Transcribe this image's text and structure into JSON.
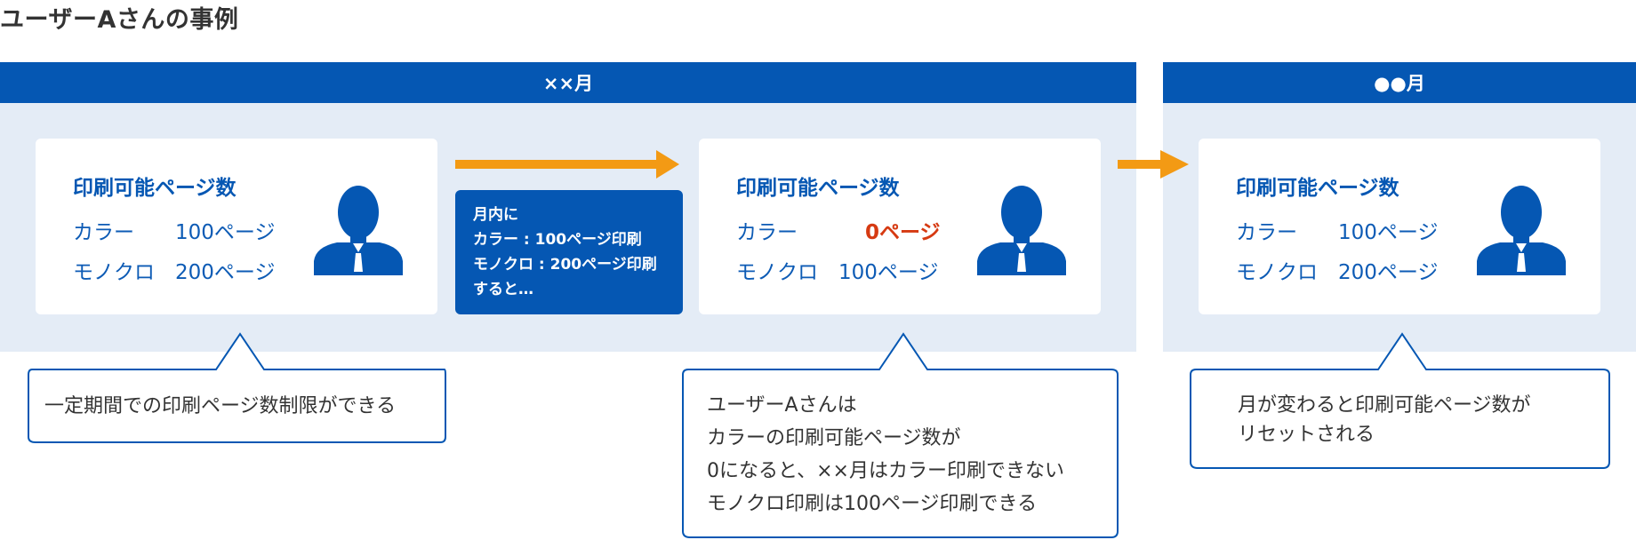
{
  "title": "ユーザーAさんの事例",
  "months": {
    "current": "××月",
    "next": "●●月"
  },
  "cards": [
    {
      "title": "印刷可能ページ数",
      "color_label": "カラー",
      "color_value": "100ページ",
      "mono_label": "モノクロ",
      "mono_value": "200ページ"
    },
    {
      "title": "印刷可能ページ数",
      "color_label": "カラー",
      "color_value": "0ページ",
      "mono_label": "モノクロ",
      "mono_value": "100ページ"
    },
    {
      "title": "印刷可能ページ数",
      "color_label": "カラー",
      "color_value": "100ページ",
      "mono_label": "モノクロ",
      "mono_value": "200ページ"
    }
  ],
  "note": {
    "lines": [
      "月内に",
      "カラー : 100ページ印刷",
      "モノクロ : 200ページ印刷",
      "すると…"
    ]
  },
  "callouts": [
    {
      "lines": [
        "一定期間での印刷ページ数制限ができる"
      ]
    },
    {
      "lines": [
        "ユーザーAさんは",
        "カラーの印刷可能ページ数が",
        "0になると、××月はカラー印刷できない",
        "モノクロ印刷は100ページ印刷できる"
      ]
    },
    {
      "lines": [
        "月が変わると印刷可能ページ数が",
        "リセットされる"
      ]
    }
  ],
  "colors": {
    "brand_blue": "#0557b3",
    "panel_bg": "#e4ecf6",
    "arrow_orange": "#f39a14",
    "alert_red": "#d63a12"
  },
  "icons": [
    "user-silhouette-icon",
    "arrow-right-icon"
  ]
}
